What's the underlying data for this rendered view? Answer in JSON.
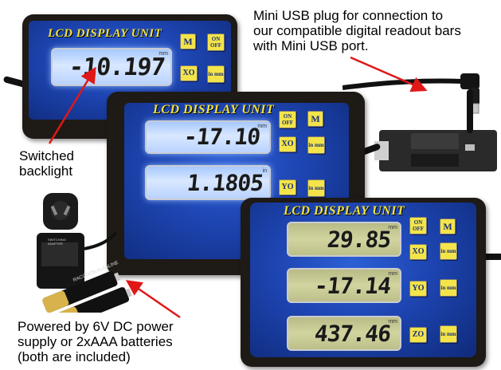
{
  "callouts": {
    "usb_line1": "Mini USB plug for connection to",
    "usb_line2": "our compatible digital readout bars",
    "usb_line3": "with Mini USB port.",
    "backlight_line1": "Switched",
    "backlight_line2": "backlight",
    "power_line1": "Powered by 6V DC power",
    "power_line2": "supply or 2xAAA batteries",
    "power_line3": "(both are included)"
  },
  "units": {
    "top_left": {
      "title": "LCD DISPLAY UNIT",
      "reading": "-10.197",
      "unit_label": "mm",
      "buttons": {
        "m": "M",
        "onoff": "ON OFF",
        "xo": "XO",
        "inmm": "in mm"
      }
    },
    "middle": {
      "title": "LCD DISPLAY UNIT",
      "reading1": "-17.10",
      "unit1": "mm",
      "reading2": "1.1805",
      "unit2": "in",
      "buttons": {
        "onoff": "ON OFF",
        "m": "M",
        "xo": "XO",
        "inmm1": "in mm",
        "yo": "YO",
        "inmm2": "in mm"
      }
    },
    "bottom_right": {
      "title": "LCD DISPLAY UNIT",
      "reading1": "29.85",
      "reading2": "-17.14",
      "reading3": "437.46",
      "unit_label": "mm",
      "buttons": {
        "onoff": "ON OFF",
        "m": "M",
        "xo": "XO",
        "inmm1": "in mm",
        "yo": "YO",
        "inmm2": "in mm",
        "zo": "ZO",
        "inmm3": "in mm"
      }
    }
  },
  "accessories": {
    "battery_label": "RACCOON ALKALINE",
    "adapter_label": "SWITCHING ADAPTER"
  },
  "colors": {
    "face_blue": "#1d44b0",
    "title_yellow": "#f2e23a",
    "button_yellow": "#f3e44a",
    "arrow_red": "#e01818",
    "bezel": "#1e1a16"
  }
}
